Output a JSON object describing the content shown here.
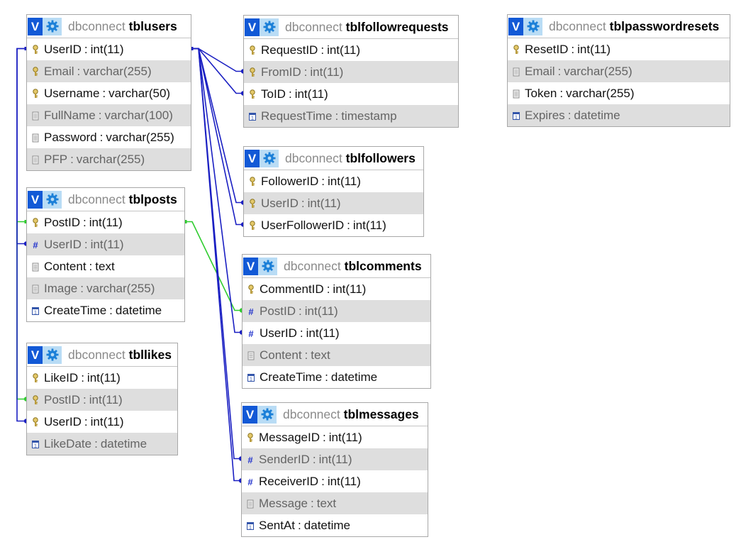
{
  "db_label": "dbconnect",
  "toggle_label": "V",
  "tables": [
    {
      "id": "tblusers",
      "db": "dbconnect",
      "name": "tblusers",
      "columns": [
        {
          "name": "UserID",
          "type": "int(11)",
          "icon": "primary-key-icon"
        },
        {
          "name": "Email",
          "type": "varchar(255)",
          "icon": "primary-key-icon"
        },
        {
          "name": "Username",
          "type": "varchar(50)",
          "icon": "primary-key-icon"
        },
        {
          "name": "FullName",
          "type": "varchar(100)",
          "icon": "text-field-icon"
        },
        {
          "name": "Password",
          "type": "varchar(255)",
          "icon": "text-field-icon"
        },
        {
          "name": "PFP",
          "type": "varchar(255)",
          "icon": "text-field-icon"
        }
      ]
    },
    {
      "id": "tblposts",
      "db": "dbconnect",
      "name": "tblposts",
      "columns": [
        {
          "name": "PostID",
          "type": "int(11)",
          "icon": "primary-key-icon"
        },
        {
          "name": "UserID",
          "type": "int(11)",
          "icon": "number-field-icon"
        },
        {
          "name": "Content",
          "type": "text",
          "icon": "text-field-icon"
        },
        {
          "name": "Image",
          "type": "varchar(255)",
          "icon": "text-field-icon"
        },
        {
          "name": "CreateTime",
          "type": "datetime",
          "icon": "date-field-icon"
        }
      ]
    },
    {
      "id": "tbllikes",
      "db": "dbconnect",
      "name": "tbllikes",
      "columns": [
        {
          "name": "LikeID",
          "type": "int(11)",
          "icon": "primary-key-icon"
        },
        {
          "name": "PostID",
          "type": "int(11)",
          "icon": "primary-key-icon"
        },
        {
          "name": "UserID",
          "type": "int(11)",
          "icon": "primary-key-icon"
        },
        {
          "name": "LikeDate",
          "type": "datetime",
          "icon": "date-field-icon"
        }
      ]
    },
    {
      "id": "tblfollowrequests",
      "db": "dbconnect",
      "name": "tblfollowrequests",
      "columns": [
        {
          "name": "RequestID",
          "type": "int(11)",
          "icon": "primary-key-icon"
        },
        {
          "name": "FromID",
          "type": "int(11)",
          "icon": "primary-key-icon"
        },
        {
          "name": "ToID",
          "type": "int(11)",
          "icon": "primary-key-icon"
        },
        {
          "name": "RequestTime",
          "type": "timestamp",
          "icon": "date-field-icon"
        }
      ]
    },
    {
      "id": "tblfollowers",
      "db": "dbconnect",
      "name": "tblfollowers",
      "columns": [
        {
          "name": "FollowerID",
          "type": "int(11)",
          "icon": "primary-key-icon"
        },
        {
          "name": "UserID",
          "type": "int(11)",
          "icon": "primary-key-icon"
        },
        {
          "name": "UserFollowerID",
          "type": "int(11)",
          "icon": "primary-key-icon"
        }
      ]
    },
    {
      "id": "tblcomments",
      "db": "dbconnect",
      "name": "tblcomments",
      "columns": [
        {
          "name": "CommentID",
          "type": "int(11)",
          "icon": "primary-key-icon"
        },
        {
          "name": "PostID",
          "type": "int(11)",
          "icon": "number-field-icon"
        },
        {
          "name": "UserID",
          "type": "int(11)",
          "icon": "number-field-icon"
        },
        {
          "name": "Content",
          "type": "text",
          "icon": "text-field-icon"
        },
        {
          "name": "CreateTime",
          "type": "datetime",
          "icon": "date-field-icon"
        }
      ]
    },
    {
      "id": "tblmessages",
      "db": "dbconnect",
      "name": "tblmessages",
      "columns": [
        {
          "name": "MessageID",
          "type": "int(11)",
          "icon": "primary-key-icon"
        },
        {
          "name": "SenderID",
          "type": "int(11)",
          "icon": "number-field-icon"
        },
        {
          "name": "ReceiverID",
          "type": "int(11)",
          "icon": "number-field-icon"
        },
        {
          "name": "Message",
          "type": "text",
          "icon": "text-field-icon"
        },
        {
          "name": "SentAt",
          "type": "datetime",
          "icon": "date-field-icon"
        }
      ]
    },
    {
      "id": "tblpasswordresets",
      "db": "dbconnect",
      "name": "tblpasswordresets",
      "columns": [
        {
          "name": "ResetID",
          "type": "int(11)",
          "icon": "primary-key-icon"
        },
        {
          "name": "Email",
          "type": "varchar(255)",
          "icon": "text-field-icon"
        },
        {
          "name": "Token",
          "type": "varchar(255)",
          "icon": "text-field-icon"
        },
        {
          "name": "Expires",
          "type": "datetime",
          "icon": "date-field-icon"
        }
      ]
    }
  ],
  "relations": [
    {
      "from": "tblposts.UserID",
      "to": "tblusers.UserID"
    },
    {
      "from": "tbllikes.PostID",
      "to": "tblposts.PostID"
    },
    {
      "from": "tbllikes.UserID",
      "to": "tblusers.UserID"
    },
    {
      "from": "tblfollowrequests.FromID",
      "to": "tblusers.UserID"
    },
    {
      "from": "tblfollowrequests.ToID",
      "to": "tblusers.UserID"
    },
    {
      "from": "tblfollowers.UserID",
      "to": "tblusers.UserID"
    },
    {
      "from": "tblfollowers.UserFollowerID",
      "to": "tblusers.UserID"
    },
    {
      "from": "tblcomments.PostID",
      "to": "tblposts.PostID"
    },
    {
      "from": "tblcomments.UserID",
      "to": "tblusers.UserID"
    },
    {
      "from": "tblmessages.SenderID",
      "to": "tblusers.UserID"
    },
    {
      "from": "tblmessages.ReceiverID",
      "to": "tblusers.UserID"
    }
  ],
  "colors": {
    "toggle": "#1259d6",
    "cog_bg": "#b9dcf5",
    "relation_blue": "#1a1fc2",
    "relation_green": "#2ecc2e",
    "alt_row": "#dedede"
  }
}
